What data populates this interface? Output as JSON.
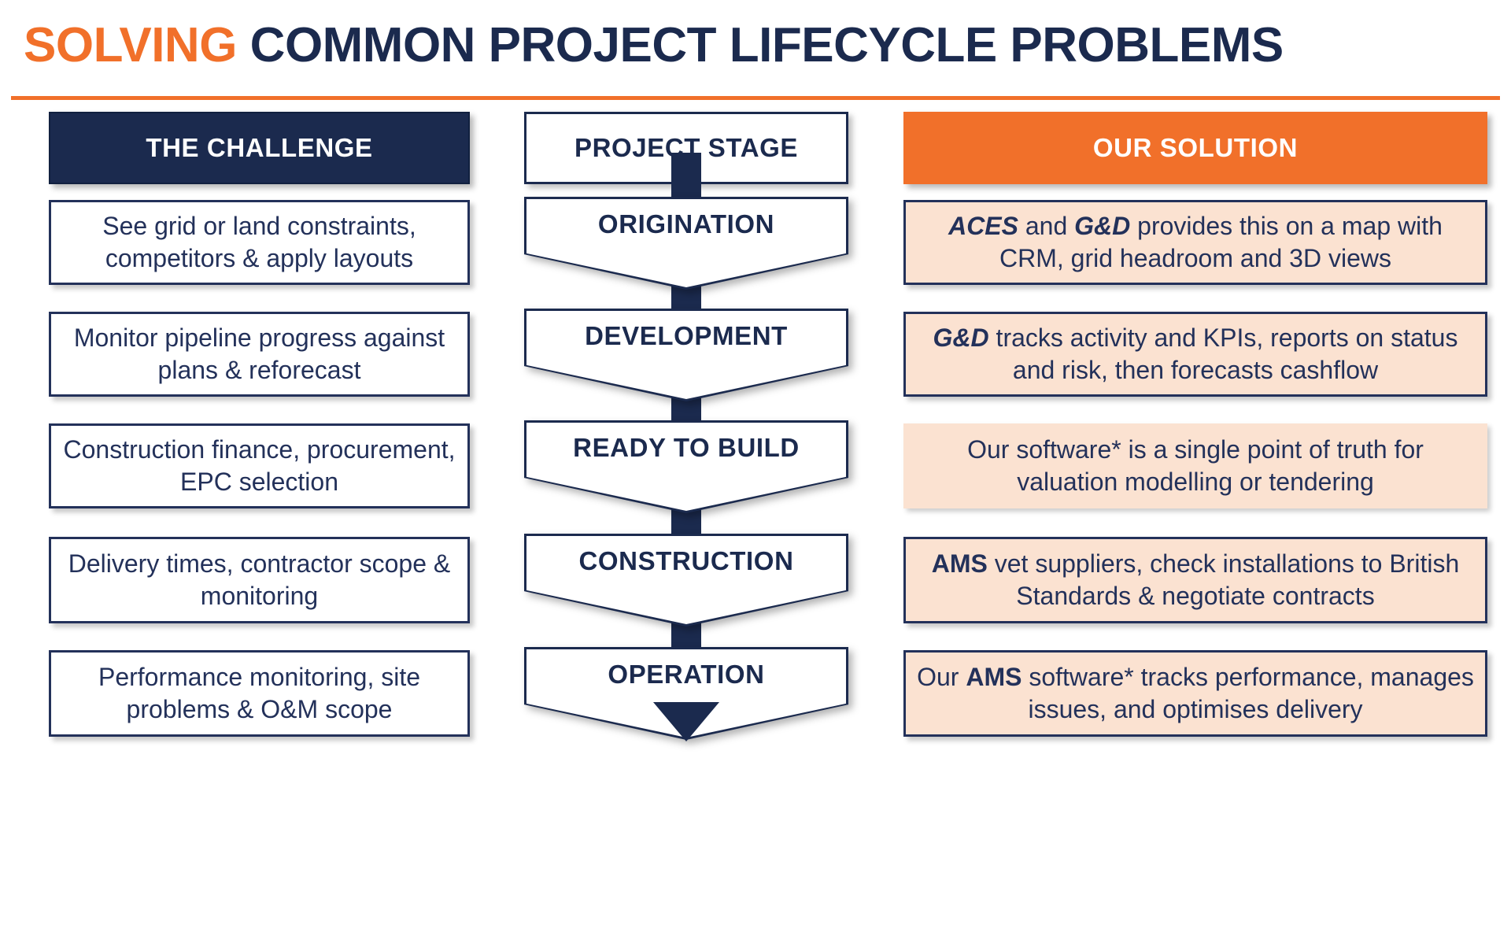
{
  "title": {
    "accent_word": "SOLVING",
    "rest": " COMMON PROJECT LIFECYCLE PROBLEMS",
    "accent_color": "#F1702A",
    "navy_color": "#1B2A4E"
  },
  "headers": {
    "challenge": "THE CHALLENGE",
    "stage": "PROJECT STAGE",
    "solution": "OUR SOLUTION"
  },
  "colors": {
    "navy": "#1B2A4E",
    "orange": "#F1702A",
    "peach": "#FBE2D1",
    "white": "#FFFFFF"
  },
  "rows": [
    {
      "challenge": "See grid or land constraints, competitors & apply layouts",
      "stage": "ORIGINATION",
      "solution_parts": [
        {
          "text": "ACES",
          "style": "bold-italic"
        },
        {
          "text": " and ",
          "style": "normal"
        },
        {
          "text": "G&D",
          "style": "bold-italic"
        },
        {
          "text": " provides this on a map with CRM, grid headroom and 3D views",
          "style": "normal"
        }
      ],
      "solution_plain": "ACES and G&D provides this on a map with CRM, grid headroom and 3D views",
      "solution_bordered": true
    },
    {
      "challenge": "Monitor pipeline progress against plans & reforecast",
      "stage": "DEVELOPMENT",
      "solution_parts": [
        {
          "text": "G&D",
          "style": "bold-italic"
        },
        {
          "text": " tracks activity and KPIs, reports on status and risk, then forecasts cashflow",
          "style": "normal"
        }
      ],
      "solution_plain": "G&D tracks activity and KPIs, reports on status and risk, then forecasts cashflow",
      "solution_bordered": true
    },
    {
      "challenge": "Construction finance, procurement, EPC selection",
      "stage": "READY TO BUILD",
      "solution_parts": [
        {
          "text": "Our software* is a single point of truth for valuation modelling or tendering",
          "style": "normal"
        }
      ],
      "solution_plain": "Our software* is a single point of truth for valuation modelling or tendering",
      "solution_bordered": false
    },
    {
      "challenge": "Delivery times, contractor scope & monitoring",
      "stage": "CONSTRUCTION",
      "solution_parts": [
        {
          "text": "AMS",
          "style": "bold"
        },
        {
          "text": " vet suppliers, check installations to British Standards & negotiate contracts",
          "style": "normal"
        }
      ],
      "solution_plain": "AMS vet suppliers, check installations to British Standards & negotiate contracts",
      "solution_bordered": true
    },
    {
      "challenge": "Performance monitoring, site problems & O&M scope",
      "stage": "OPERATION",
      "solution_parts": [
        {
          "text": "Our ",
          "style": "normal"
        },
        {
          "text": "AMS",
          "style": "bold"
        },
        {
          "text": " software* tracks performance, manages issues, and optimises delivery",
          "style": "normal"
        }
      ],
      "solution_plain": "Our AMS software* tracks performance, manages issues, and optimises delivery",
      "solution_bordered": true
    }
  ]
}
